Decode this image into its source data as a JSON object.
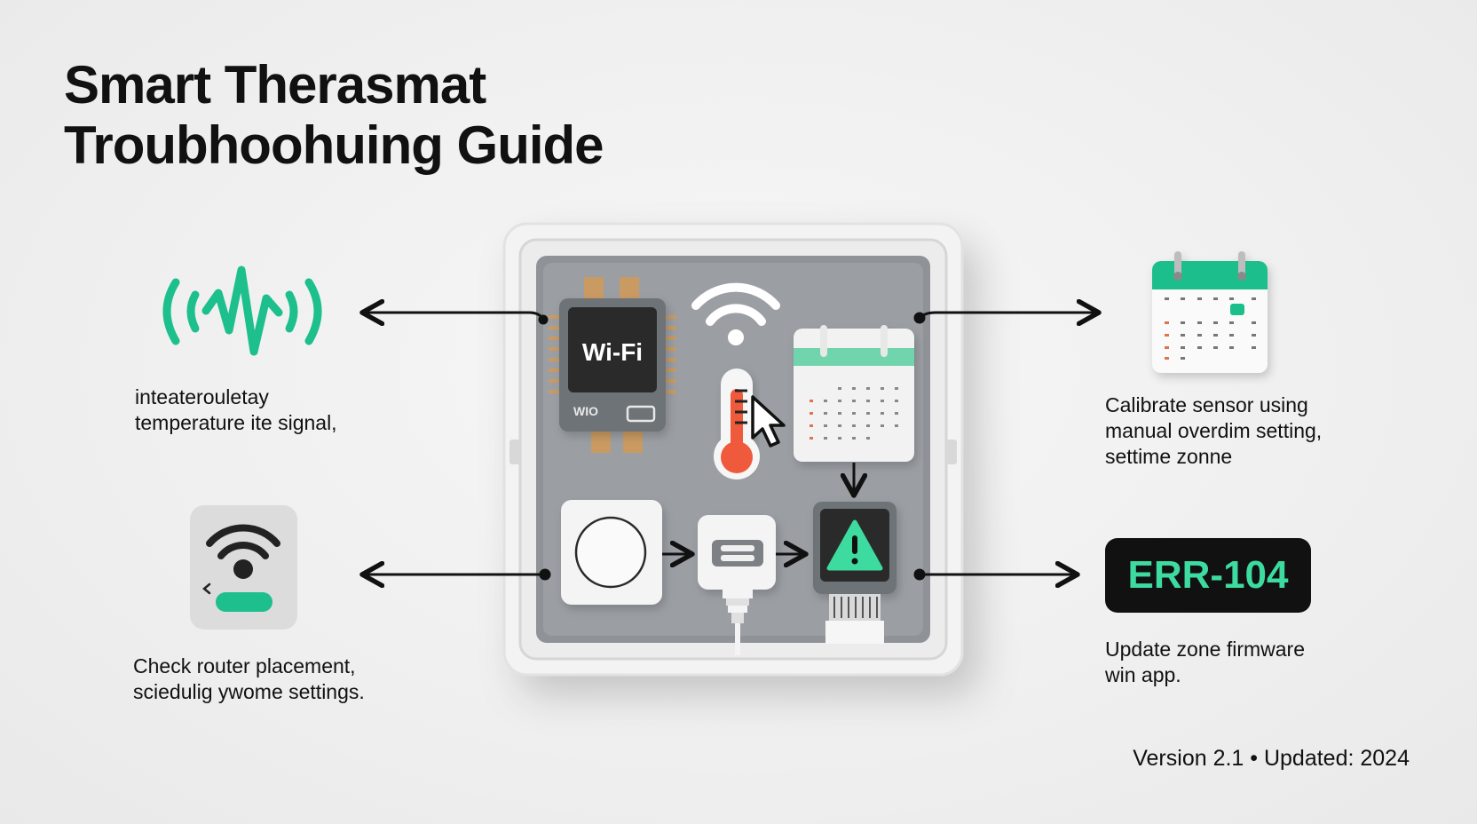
{
  "title": {
    "line1": "Smart Therasmat",
    "line2": "Troubhoohuing Guide"
  },
  "captions": {
    "signal": [
      "inteaterouletay",
      "temperature ite signal,"
    ],
    "router": [
      "Check router placement,",
      "sciedulig ywome settings."
    ],
    "calibrate": [
      "Calibrate sensor using",
      "manual overdim setting,",
      "settime zonne"
    ],
    "firmware": [
      "Update zone firmware",
      "win app."
    ]
  },
  "device": {
    "chip_label": "Wi-Fi",
    "chip_sublabel": "WIO"
  },
  "error_code": "ERR-104",
  "footer": "Version 2.1 • Updated: 2024",
  "icons": [
    "signal-wave-icon",
    "wifi-router-icon",
    "calendar-icon",
    "wifi-chip-icon",
    "wifi-icon",
    "thermometer-icon",
    "cursor-icon",
    "button-icon",
    "plug-icon",
    "warning-icon"
  ],
  "colors": {
    "accent": "#1dbf8c",
    "warning": "#3ddba0",
    "thermo_red": "#ef5a3c",
    "dark": "#111111"
  }
}
